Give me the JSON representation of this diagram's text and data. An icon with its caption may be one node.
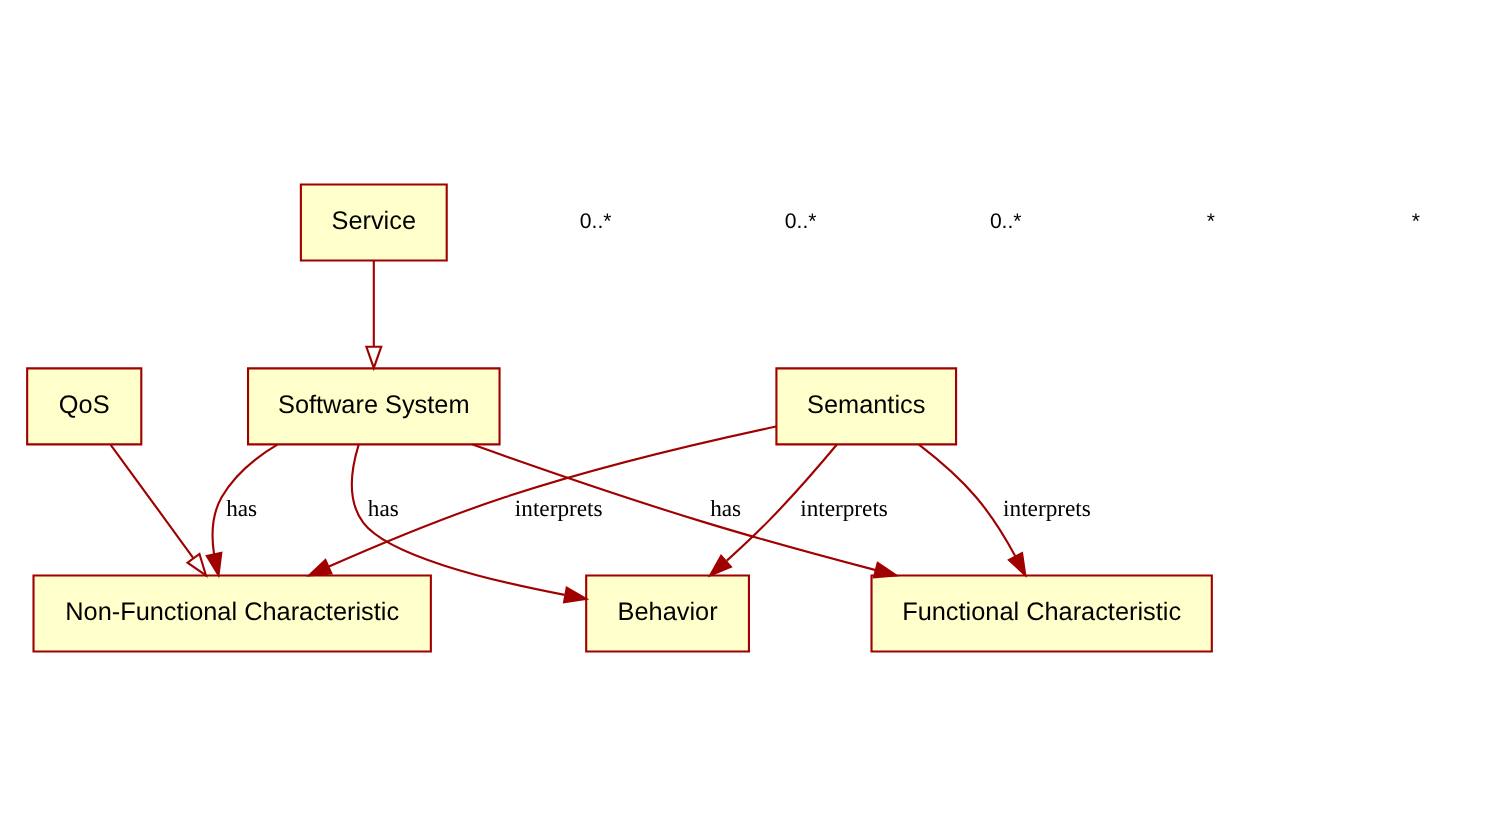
{
  "diagram": {
    "nodes": [
      {
        "text": [
          "Semantics"
        ]
      },
      {
        "text": [
          "Non-Functional Characteristic"
        ]
      },
      {
        "text": [
          "Behavior"
        ]
      },
      {
        "text": [
          "Functional Characteristic"
        ]
      },
      {
        "text": [
          "QoS"
        ]
      },
      {
        "text": [
          "Software System"
        ]
      },
      {
        "text": [
          "Service"
        ]
      }
    ],
    "edges": [
      {
        "from": 0,
        "to": 1,
        "arrow": "to",
        "label": "interprets"
      },
      {
        "from": 0,
        "to": 2,
        "arrow": "to",
        "label": "interprets"
      },
      {
        "from": 0,
        "to": 3,
        "arrow": "to",
        "label": "interprets"
      },
      {
        "from": 5,
        "to": 1,
        "arrow": "to",
        "label": "has"
      },
      {
        "from": 5,
        "to": 2,
        "arrow": "to",
        "label": "has"
      },
      {
        "from": 5,
        "to": 3,
        "arrow": "to",
        "label": "has"
      },
      {
        "from": 4,
        "to": 1,
        "arrow": "to"
      },
      {
        "from": 6,
        "to": 5,
        "arrow": "to"
      }
    ],
    "labels": [
      "0..*",
      "0..*",
      "0..*",
      "*",
      "*"
    ]
  }
}
